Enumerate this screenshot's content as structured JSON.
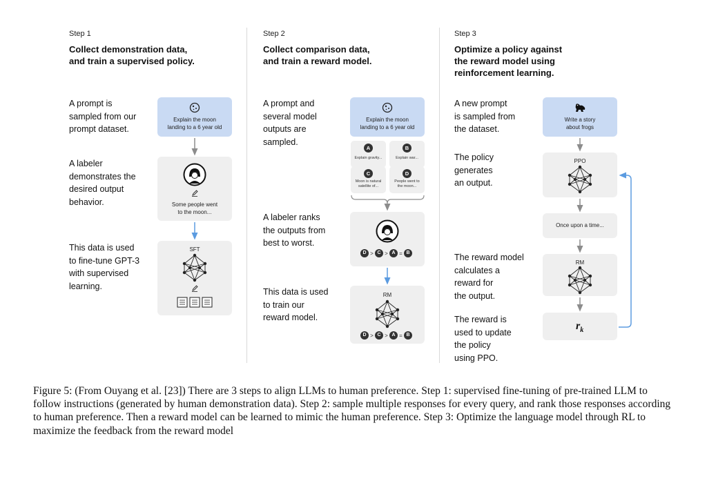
{
  "step1": {
    "label": "Step 1",
    "title_line1": "Collect demonstration data,",
    "title_line2": "and train a supervised policy.",
    "desc1": [
      "A prompt is",
      "sampled from our",
      "prompt dataset."
    ],
    "desc2": [
      "A labeler",
      "demonstrates the",
      "desired output",
      "behavior."
    ],
    "desc3": [
      "This data is used",
      "to fine-tune GPT-3",
      "with supervised",
      "learning."
    ],
    "prompt_text": [
      "Explain the moon",
      "landing to a 6 year old"
    ],
    "demo_text": [
      "Some people went",
      "to the moon..."
    ],
    "model_label": "SFT"
  },
  "step2": {
    "label": "Step 2",
    "title_line1": "Collect comparison data,",
    "title_line2": "and train a reward model.",
    "desc1": [
      "A prompt and",
      "several model",
      "outputs are",
      "sampled."
    ],
    "desc2": [
      "A labeler ranks",
      "the outputs from",
      "best to worst."
    ],
    "desc3": [
      "This data is used",
      "to train our",
      "reward model."
    ],
    "prompt_text": [
      "Explain the moon",
      "landing to a 6 year old"
    ],
    "outputs": [
      {
        "letter": "A",
        "text": [
          "Explain gravity..."
        ]
      },
      {
        "letter": "B",
        "text": [
          "Explain war..."
        ]
      },
      {
        "letter": "C",
        "text": [
          "Moon is natural",
          "satellite of..."
        ]
      },
      {
        "letter": "D",
        "text": [
          "People went to",
          "the moon..."
        ]
      }
    ],
    "ranking": [
      "D",
      ">",
      "C",
      ">",
      "A",
      "=",
      "B"
    ],
    "model_label": "RM"
  },
  "step3": {
    "label": "Step 3",
    "title_line1": "Optimize a policy against",
    "title_line2": "the reward model using",
    "title_line3": "reinforcement learning.",
    "desc1": [
      "A new prompt",
      "is sampled from",
      "the dataset."
    ],
    "desc2": [
      "The policy",
      "generates",
      "an output."
    ],
    "desc3": [
      "The reward model",
      "calculates a",
      "reward for",
      "the output."
    ],
    "desc4": [
      "The reward is",
      "used to update",
      "the policy",
      "using PPO."
    ],
    "prompt_text": [
      "Write a story",
      "about frogs"
    ],
    "policy_label": "PPO",
    "output_text": "Once upon a time...",
    "rm_label": "RM",
    "reward_symbol": "r",
    "reward_subscript": "k"
  },
  "caption": "Figure 5: (From Ouyang et al. [23]) There are 3 steps to align LLMs to human preference. Step 1: supervised fine-tuning of pre-trained LLM to follow instructions (generated by human demonstration data). Step 2: sample multiple responses for every query, and rank those responses according to human preference. Then a reward model can be learned to mimic the human preference. Step 3: Optimize the language model through RL to maximize the feedback from the reward model",
  "colors": {
    "arrow_gray": "#8c8c8c",
    "arrow_blue": "#5b9be0",
    "box_blue": "#c9daf3",
    "box_gray": "#efefef"
  }
}
